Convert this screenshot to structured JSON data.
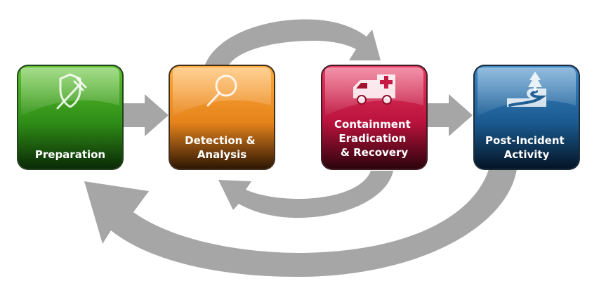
{
  "steps": [
    {
      "label_lines": [
        "Preparation"
      ],
      "icon": "shield-syringe-icon",
      "color": "#3e9a1c"
    },
    {
      "label_lines": [
        "Detection &",
        "Analysis"
      ],
      "icon": "magnifier-icon",
      "color": "#ef8f21"
    },
    {
      "label_lines": [
        "Containment",
        "Eradication",
        "& Recovery"
      ],
      "icon": "ambulance-icon",
      "color": "#c61a44"
    },
    {
      "label_lines": [
        "Post-Incident",
        "Activity"
      ],
      "icon": "tree-road-icon",
      "color": "#1e5f94"
    }
  ],
  "arrow_color": "#a6a6a6"
}
